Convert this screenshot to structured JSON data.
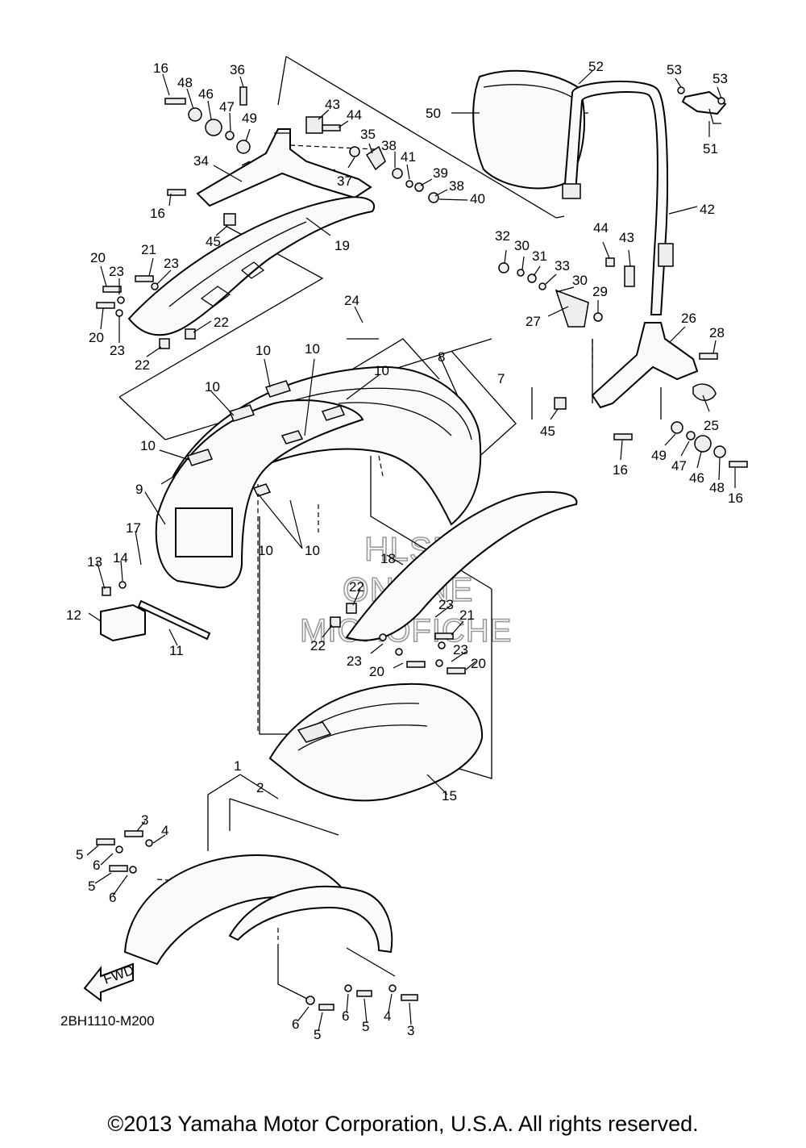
{
  "diagram": {
    "reference_code": "2BH1110-M200",
    "copyright": "©2013 Yamaha Motor Corporation, U.S.A. All rights reserved.",
    "fwd_label": "FWD",
    "watermark": [
      "HLSM",
      "ONLINE",
      "MICROFICHE"
    ],
    "callouts": [
      {
        "n": "1"
      },
      {
        "n": "2"
      },
      {
        "n": "3"
      },
      {
        "n": "3"
      },
      {
        "n": "4"
      },
      {
        "n": "4"
      },
      {
        "n": "5"
      },
      {
        "n": "5"
      },
      {
        "n": "5"
      },
      {
        "n": "5"
      },
      {
        "n": "6"
      },
      {
        "n": "6"
      },
      {
        "n": "6"
      },
      {
        "n": "6"
      },
      {
        "n": "7"
      },
      {
        "n": "8"
      },
      {
        "n": "9"
      },
      {
        "n": "10"
      },
      {
        "n": "10"
      },
      {
        "n": "10"
      },
      {
        "n": "10"
      },
      {
        "n": "10"
      },
      {
        "n": "10"
      },
      {
        "n": "10"
      },
      {
        "n": "11"
      },
      {
        "n": "12"
      },
      {
        "n": "13"
      },
      {
        "n": "14"
      },
      {
        "n": "15"
      },
      {
        "n": "16"
      },
      {
        "n": "16"
      },
      {
        "n": "16"
      },
      {
        "n": "16"
      },
      {
        "n": "17"
      },
      {
        "n": "18"
      },
      {
        "n": "19"
      },
      {
        "n": "20"
      },
      {
        "n": "20"
      },
      {
        "n": "20"
      },
      {
        "n": "20"
      },
      {
        "n": "21"
      },
      {
        "n": "21"
      },
      {
        "n": "22"
      },
      {
        "n": "22"
      },
      {
        "n": "22"
      },
      {
        "n": "22"
      },
      {
        "n": "23"
      },
      {
        "n": "23"
      },
      {
        "n": "23"
      },
      {
        "n": "23"
      },
      {
        "n": "23"
      },
      {
        "n": "23"
      },
      {
        "n": "24"
      },
      {
        "n": "25"
      },
      {
        "n": "26"
      },
      {
        "n": "27"
      },
      {
        "n": "28"
      },
      {
        "n": "29"
      },
      {
        "n": "30"
      },
      {
        "n": "30"
      },
      {
        "n": "31"
      },
      {
        "n": "32"
      },
      {
        "n": "33"
      },
      {
        "n": "34"
      },
      {
        "n": "35"
      },
      {
        "n": "36"
      },
      {
        "n": "37"
      },
      {
        "n": "38"
      },
      {
        "n": "38"
      },
      {
        "n": "39"
      },
      {
        "n": "40"
      },
      {
        "n": "41"
      },
      {
        "n": "42"
      },
      {
        "n": "43"
      },
      {
        "n": "43"
      },
      {
        "n": "44"
      },
      {
        "n": "44"
      },
      {
        "n": "45"
      },
      {
        "n": "45"
      },
      {
        "n": "46"
      },
      {
        "n": "46"
      },
      {
        "n": "47"
      },
      {
        "n": "47"
      },
      {
        "n": "48"
      },
      {
        "n": "48"
      },
      {
        "n": "49"
      },
      {
        "n": "49"
      },
      {
        "n": "50"
      },
      {
        "n": "51"
      },
      {
        "n": "52"
      },
      {
        "n": "53"
      },
      {
        "n": "53"
      }
    ]
  }
}
